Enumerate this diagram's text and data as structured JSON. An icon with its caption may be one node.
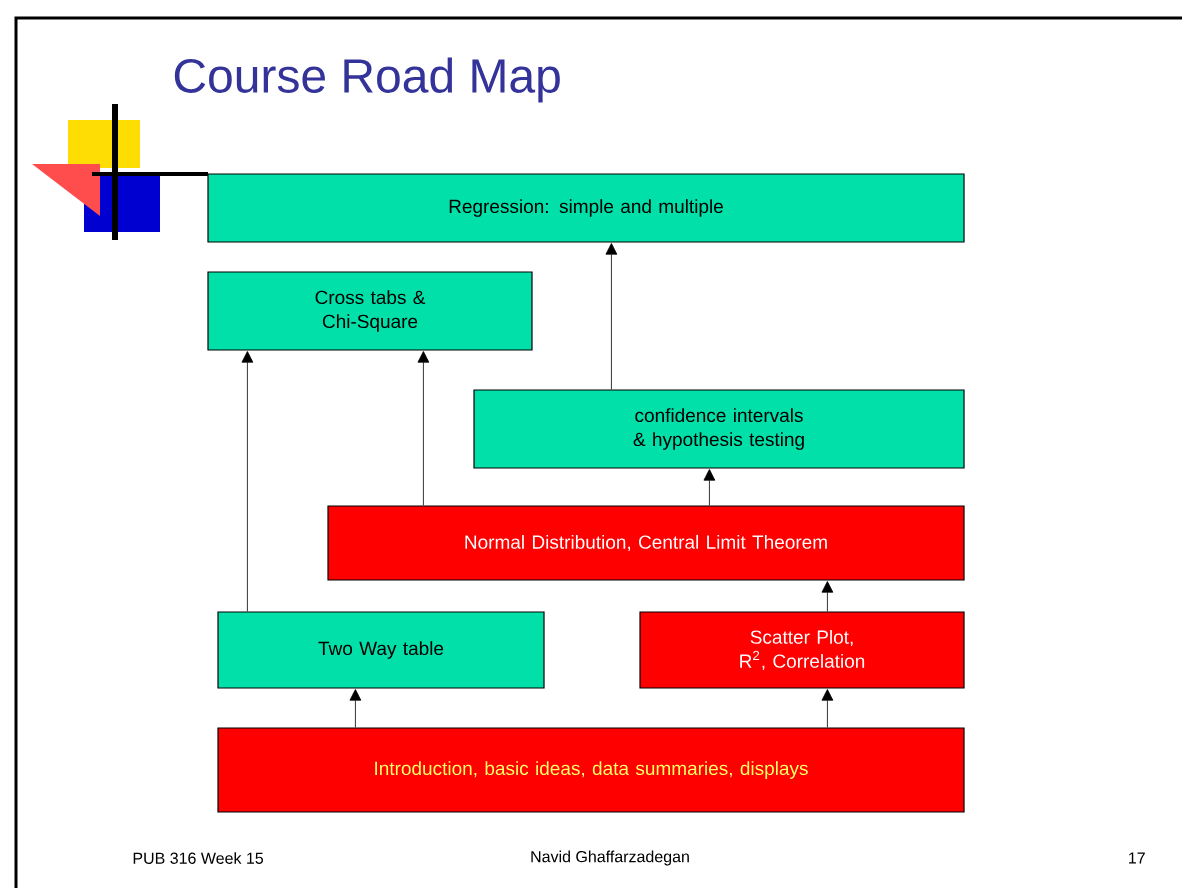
{
  "diagram": {
    "title": "Course Road Map",
    "nodes": [
      {
        "text": [
          "Regression: simple and multiple"
        ]
      },
      {
        "text": [
          "Cross tabs & Chi-Square"
        ]
      },
      {
        "text": [
          "confidence intervals & hypothesis testing"
        ]
      },
      {
        "text": [
          "Normal Distribution, Central Limit Theorem"
        ]
      },
      {
        "text": [
          "Two Way table"
        ]
      },
      {
        "text": [
          "Scatter Plot, R$^{2}$, Correlation"
        ]
      },
      {
        "text": [
          "Introduction, basic ideas, data summaries, displays"
        ]
      }
    ],
    "edges": [
      {
        "from": 6,
        "to": 4,
        "arrow": "to"
      },
      {
        "from": 6,
        "to": 5,
        "arrow": "to"
      },
      {
        "from": 5,
        "to": 3,
        "arrow": "to"
      },
      {
        "from": 3,
        "to": 2,
        "arrow": "to"
      },
      {
        "from": 2,
        "to": 0,
        "arrow": "to"
      },
      {
        "from": 3,
        "to": 1,
        "arrow": "to"
      },
      {
        "from": 4,
        "to": 1,
        "arrow": "to"
      }
    ],
    "labels": [
      "PUB 316 Week 15",
      "Navid Ghaffarzadegan",
      "17"
    ]
  }
}
